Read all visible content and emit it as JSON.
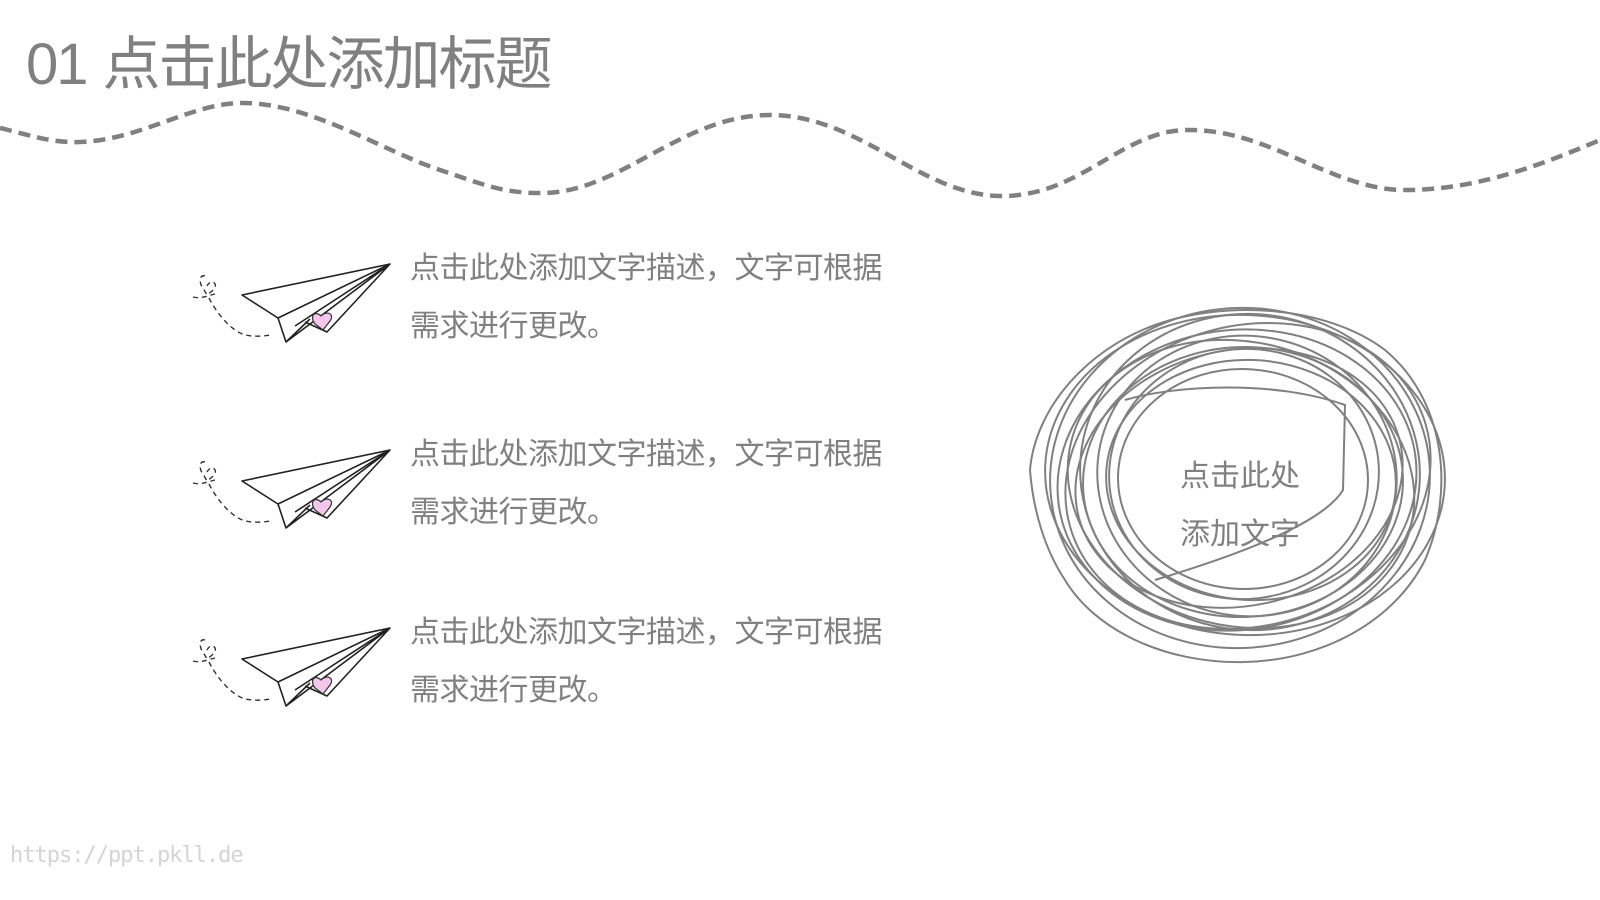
{
  "header": {
    "number": "01",
    "title": "点击此处添加标题"
  },
  "items": [
    {
      "icon": "paper-plane-heart-icon",
      "line1": "点击此处添加文字描述，文字可根据",
      "line2": "需求进行更改。"
    },
    {
      "icon": "paper-plane-heart-icon",
      "line1": "点击此处添加文字描述，文字可根据",
      "line2": "需求进行更改。"
    },
    {
      "icon": "paper-plane-heart-icon",
      "line1": "点击此处添加文字描述，文字可根据",
      "line2": "需求进行更改。"
    }
  ],
  "circle": {
    "line1": "点击此处",
    "line2": "添加文字"
  },
  "watermark": "https://ppt.pkll.de",
  "colors": {
    "text": "#808080",
    "line": "#808080",
    "heart": "#f5c6ec",
    "watermark": "#d4d4d4"
  }
}
